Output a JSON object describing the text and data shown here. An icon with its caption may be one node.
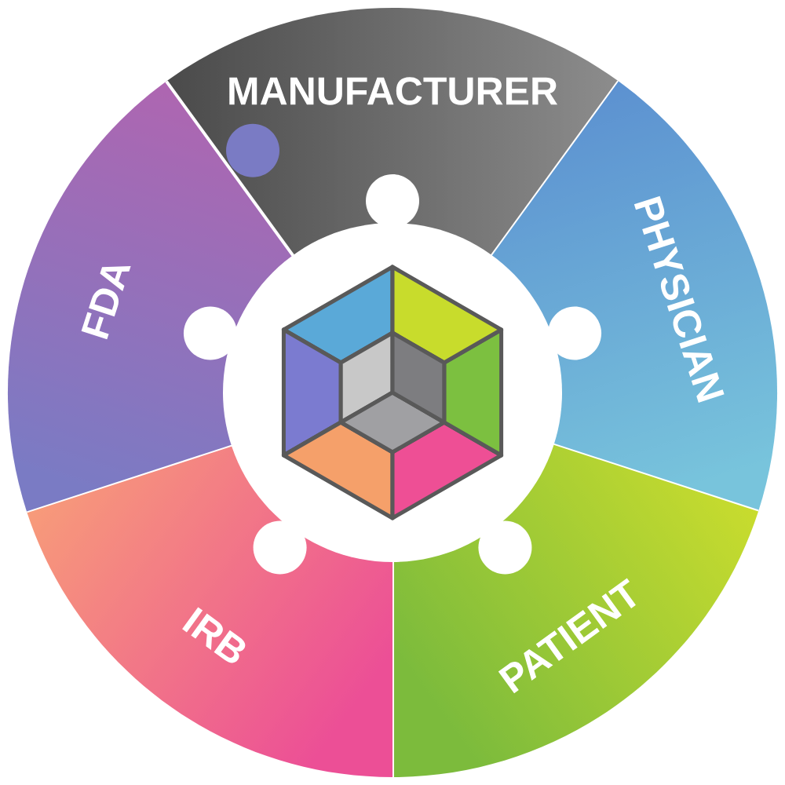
{
  "diagram": {
    "nodes": [
      {
        "text": [
          "MANUFACTURER"
        ]
      },
      {
        "text": [
          "PHYSICIAN"
        ]
      },
      {
        "text": [
          "PATIENT"
        ]
      },
      {
        "text": [
          "IRB"
        ]
      },
      {
        "text": [
          "FDA"
        ]
      }
    ]
  }
}
